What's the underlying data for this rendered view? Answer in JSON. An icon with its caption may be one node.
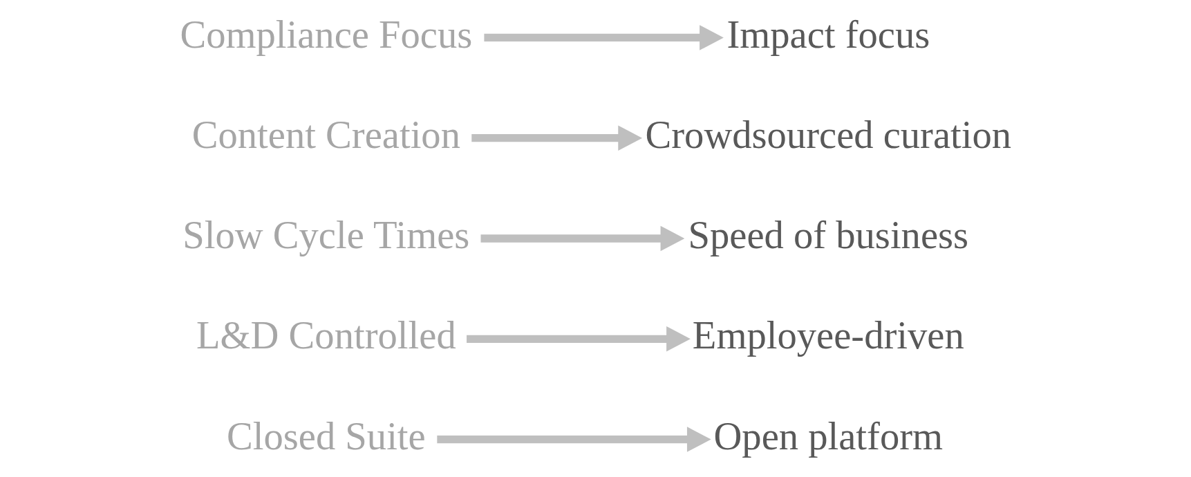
{
  "diagram": {
    "nodes": [
      {
        "text": [
          "Closed Suite"
        ]
      },
      {
        "text": [
          "Open platform"
        ]
      },
      {
        "text": [
          "L&D Controlled"
        ]
      },
      {
        "text": [
          "Employee-driven"
        ]
      },
      {
        "text": [
          "Slow Cycle Times"
        ]
      },
      {
        "text": [
          "Speed of business"
        ]
      },
      {
        "text": [
          "Content Creation"
        ]
      },
      {
        "text": [
          "Crowdsourced curation"
        ]
      },
      {
        "text": [
          "Compliance Focus"
        ]
      },
      {
        "text": [
          "Impact focus"
        ]
      }
    ],
    "edges": [
      {
        "from": 0,
        "to": 1,
        "arrow": "to"
      },
      {
        "from": 2,
        "to": 3,
        "arrow": "to"
      },
      {
        "from": 4,
        "to": 5,
        "arrow": "to"
      },
      {
        "from": 6,
        "to": 7,
        "arrow": "to"
      },
      {
        "from": 8,
        "to": 9,
        "arrow": "to"
      }
    ]
  }
}
